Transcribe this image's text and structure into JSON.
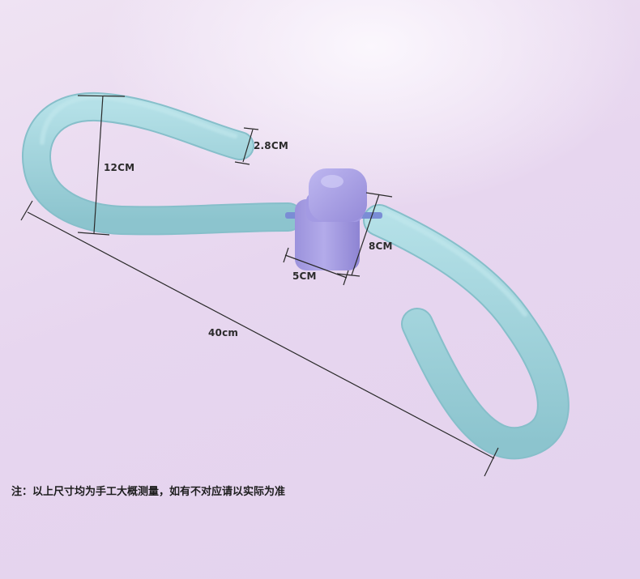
{
  "dimensions": {
    "end_diameter": "2.8CM",
    "loop_height": "12CM",
    "knob_height": "8CM",
    "knob_width": "5CM",
    "total_length": "40cm"
  },
  "note": "注：以上尺寸均为手工大概测量，如有不对应请以实际为准",
  "colors": {
    "tube": "#9fd3dc",
    "tube_shadow": "#86c1cc",
    "tube_highlight": "#b6e2e8",
    "knob": "#a9a1e3",
    "knob_shadow": "#8f84d4",
    "connector": "#7b8fd6",
    "measure_line": "#2a2a2a"
  }
}
